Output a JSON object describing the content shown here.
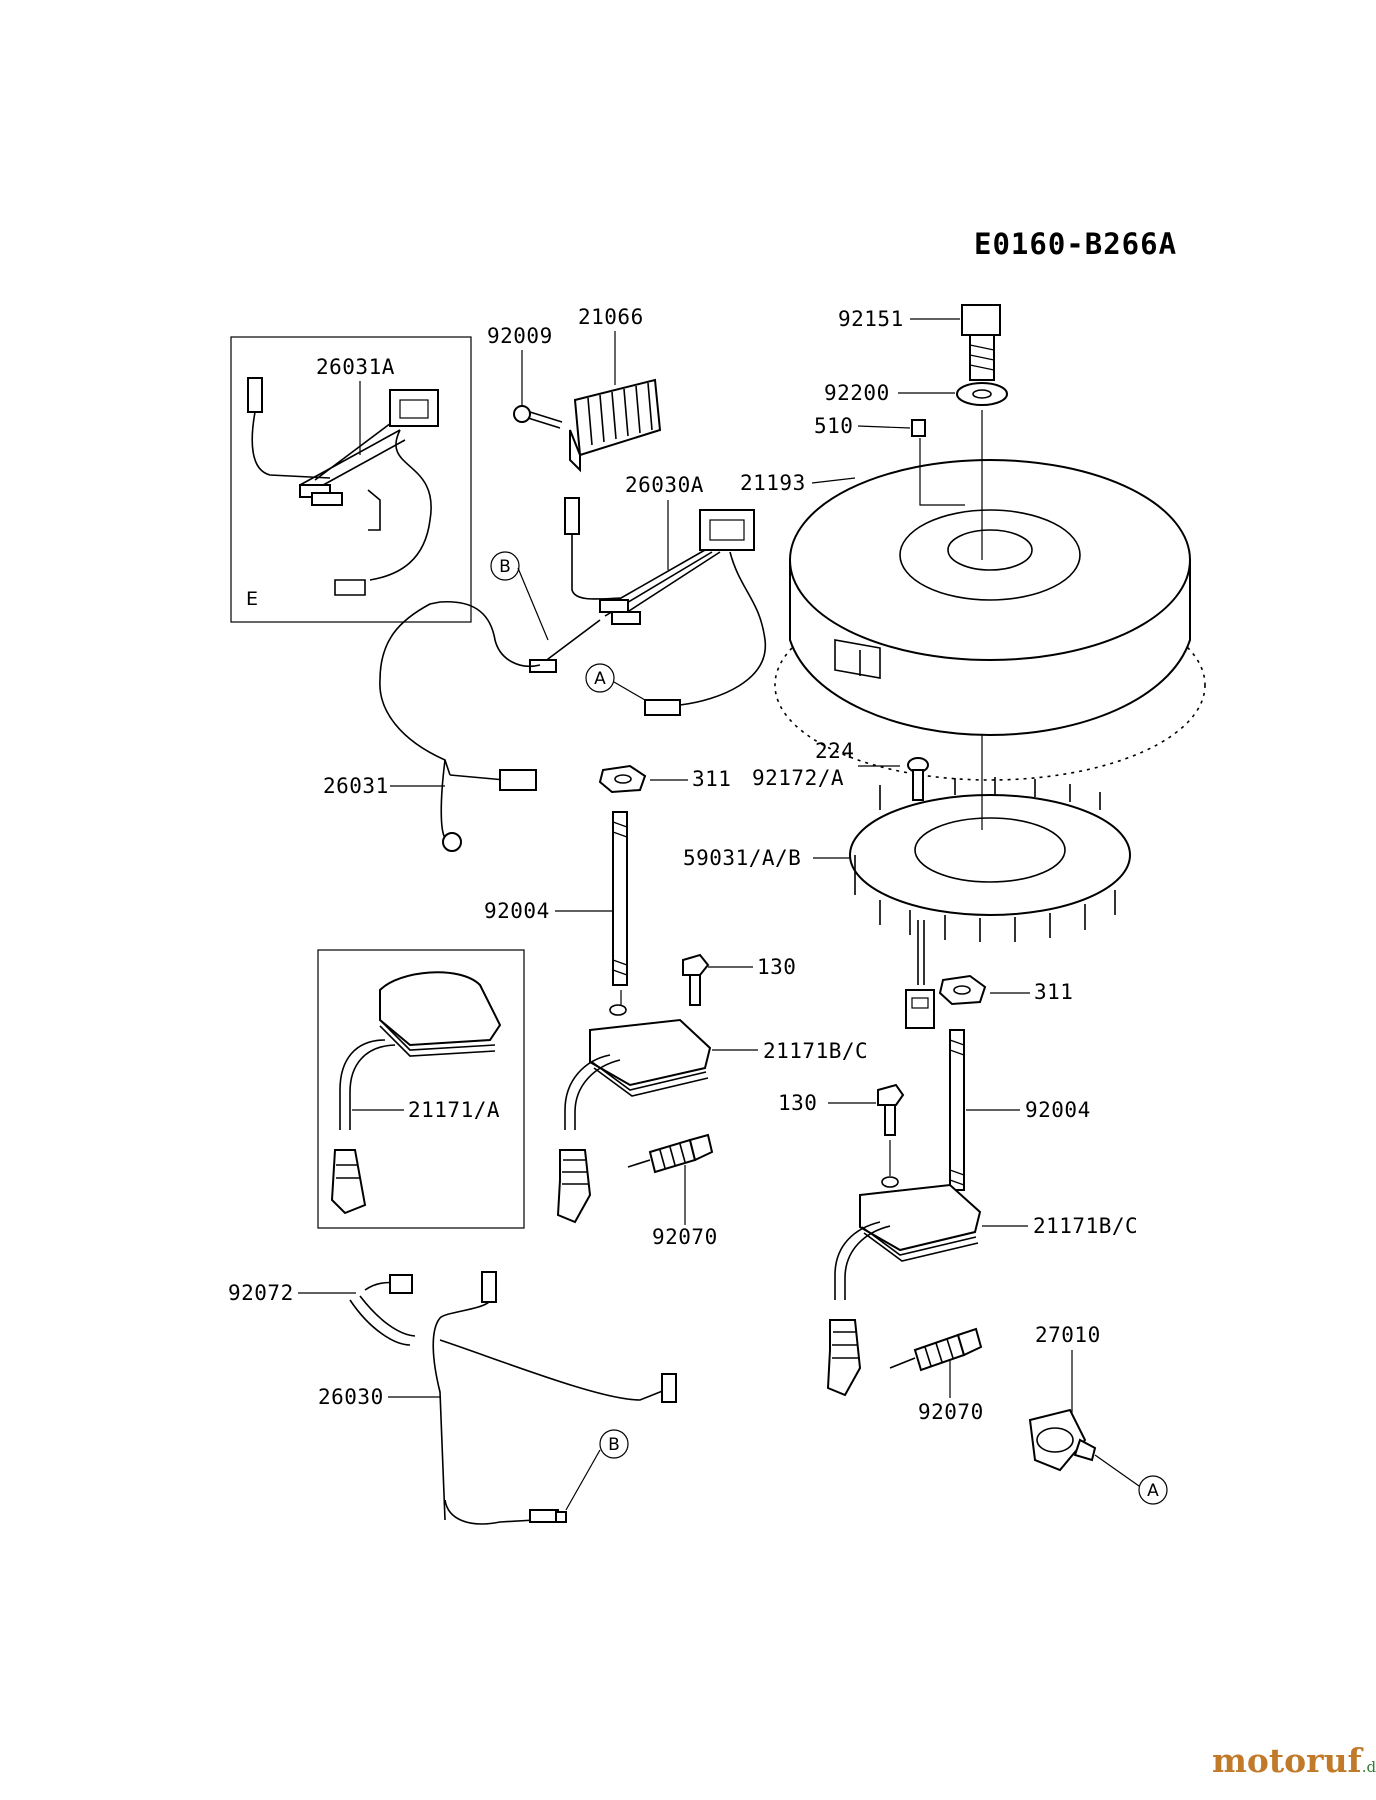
{
  "diagram_code": "E0160-B266A",
  "callouts": {
    "c92151": "92151",
    "c92200": "92200",
    "c510": "510",
    "c21193": "21193",
    "c92009": "92009",
    "c21066": "21066",
    "c26031A": "26031A",
    "c26030A": "26030A",
    "c26031": "26031",
    "c311a": "311",
    "c224": "224",
    "c92172A": "92172/A",
    "c59031AB": "59031/A/B",
    "c92004a": "92004",
    "c130a": "130",
    "c21171BCa": "21171B/C",
    "c311b": "311",
    "c21171A": "21171/A",
    "c92070a": "92070",
    "c130b": "130",
    "c92004b": "92004",
    "c21171BCb": "21171B/C",
    "c92072": "92072",
    "c26030": "26030",
    "c27010": "27010",
    "c92070b": "92070"
  },
  "reference_markers": {
    "A": "A",
    "B": "B"
  },
  "inset_box_label": "E",
  "watermark": {
    "brand": "motoruf",
    "suffix": ".de"
  }
}
